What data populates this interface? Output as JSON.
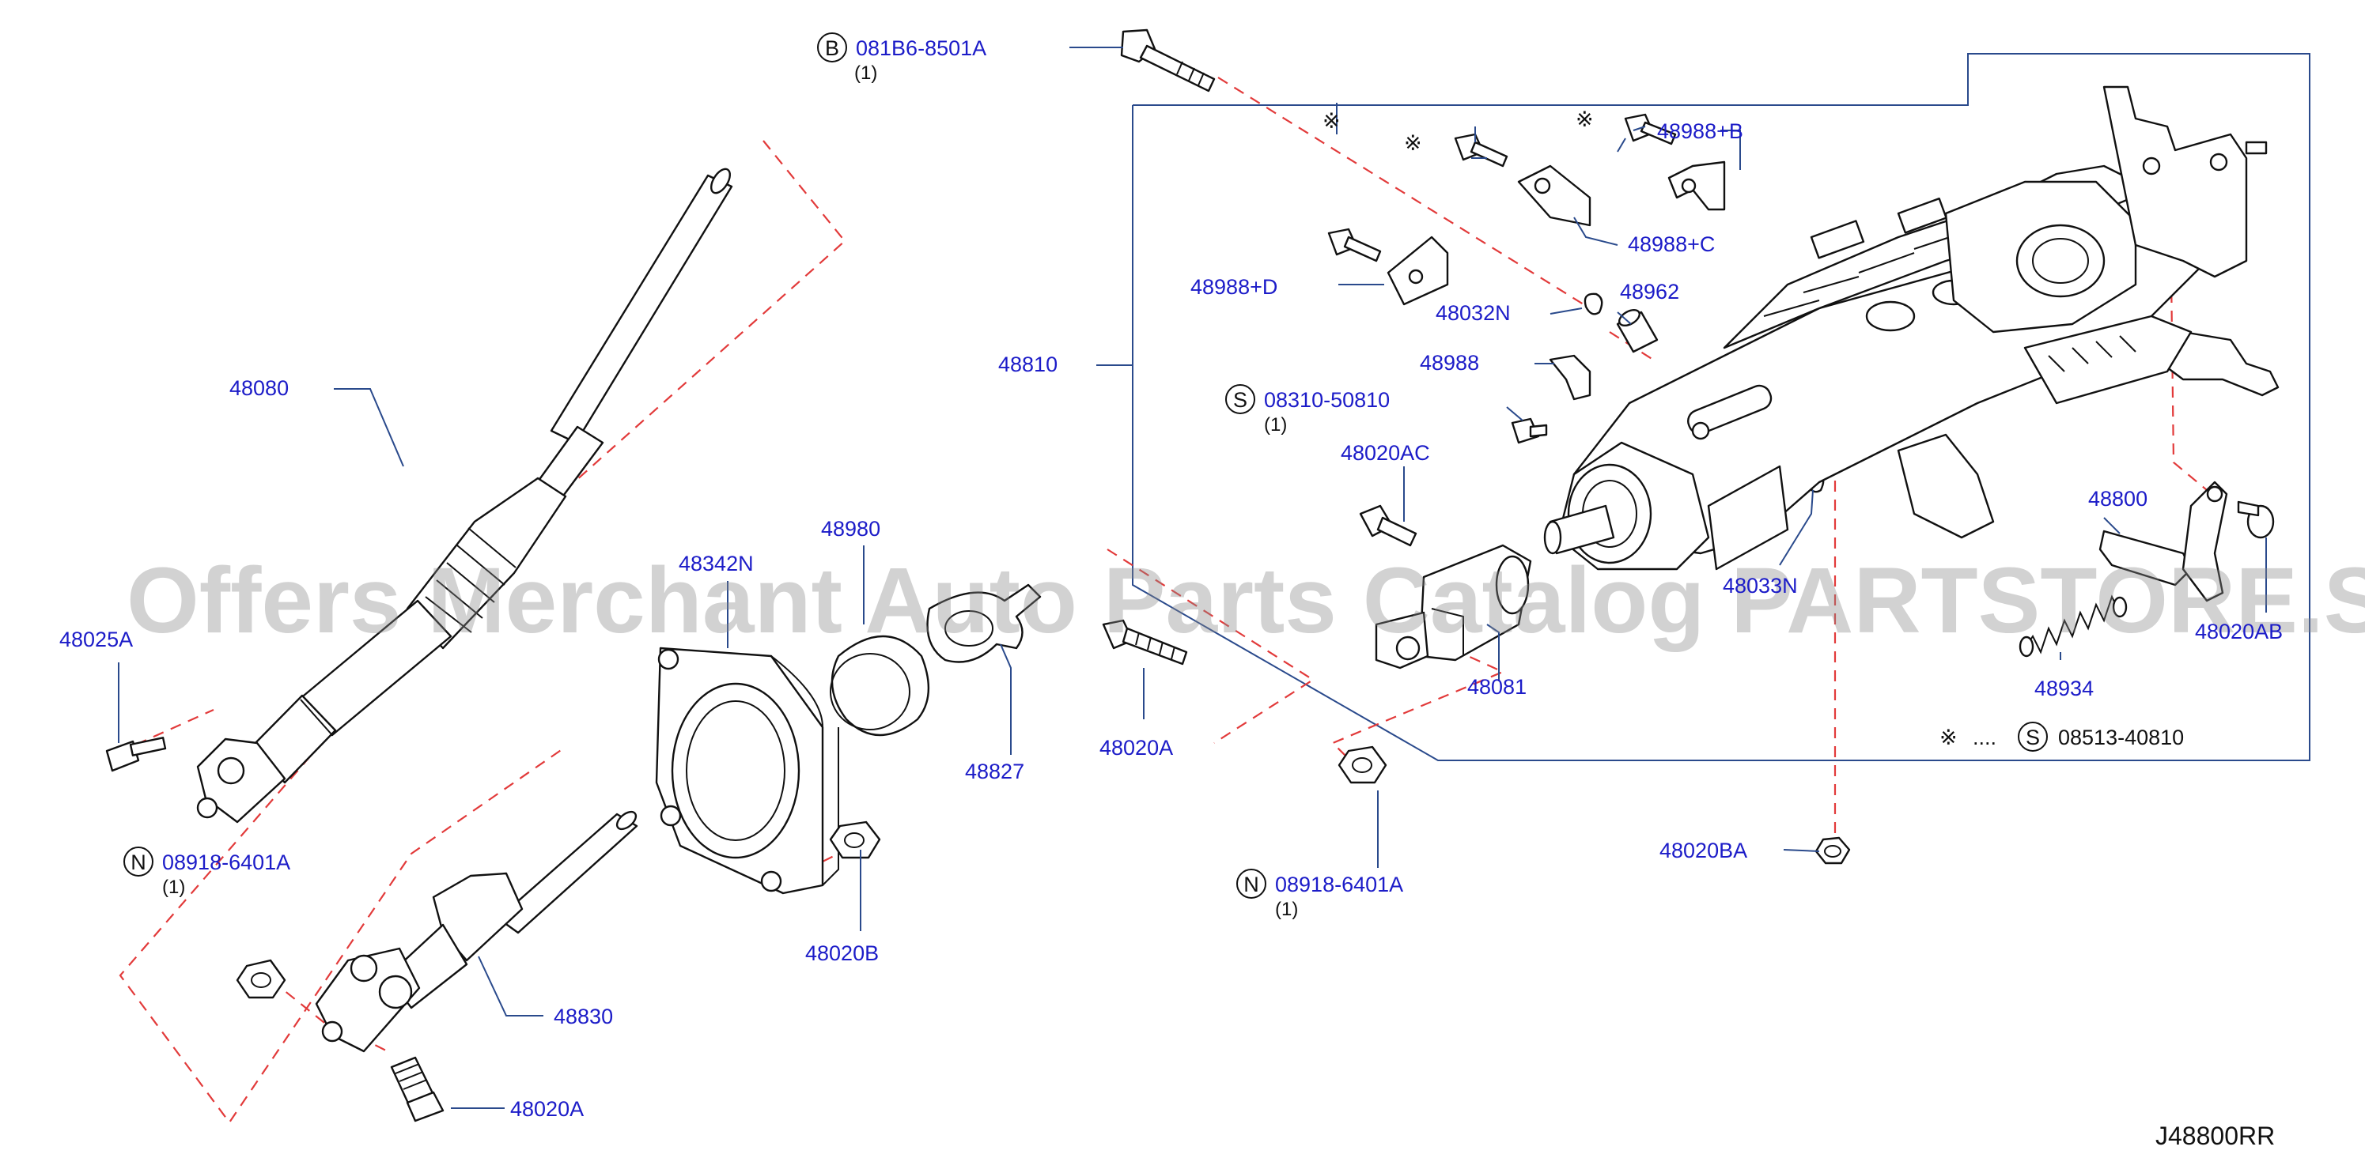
{
  "diagram_id": "J48800RR",
  "watermark": "Offers Merchant Auto Parts Catalog PARTSTORE.SA",
  "legend": {
    "symbol": "※",
    "dots": "....",
    "circle_letter": "S",
    "part": "08513-40810"
  },
  "callouts": {
    "B": {
      "letter": "B",
      "part": "081B6-8501A",
      "qty": "(1)"
    },
    "S1": {
      "letter": "S",
      "part": "08310-50810",
      "qty": "(1)"
    },
    "N1": {
      "letter": "N",
      "part": "08918-6401A",
      "qty": "(1)"
    },
    "N2": {
      "letter": "N",
      "part": "08918-6401A",
      "qty": "(1)"
    }
  },
  "labels": {
    "p48080": "48080",
    "p48025A": "48025A",
    "p48342N": "48342N",
    "p48980": "48980",
    "p48827": "48827",
    "p48830": "48830",
    "p48020B": "48020B",
    "p48020A_bottom": "48020A",
    "p48020A_mid": "48020A",
    "p48810": "48810",
    "p48988D": "48988+D",
    "p48988C": "48988+C",
    "p48988B": "48988+B",
    "p48032N": "48032N",
    "p48962": "48962",
    "p48988": "48988",
    "p48020AC": "48020AC",
    "p48081": "48081",
    "p48033N": "48033N",
    "p48800": "48800",
    "p48020AB": "48020AB",
    "p48934": "48934",
    "p48020BA": "48020BA"
  },
  "marks": {
    "m1": "※",
    "m2": "※",
    "m3": "※"
  }
}
